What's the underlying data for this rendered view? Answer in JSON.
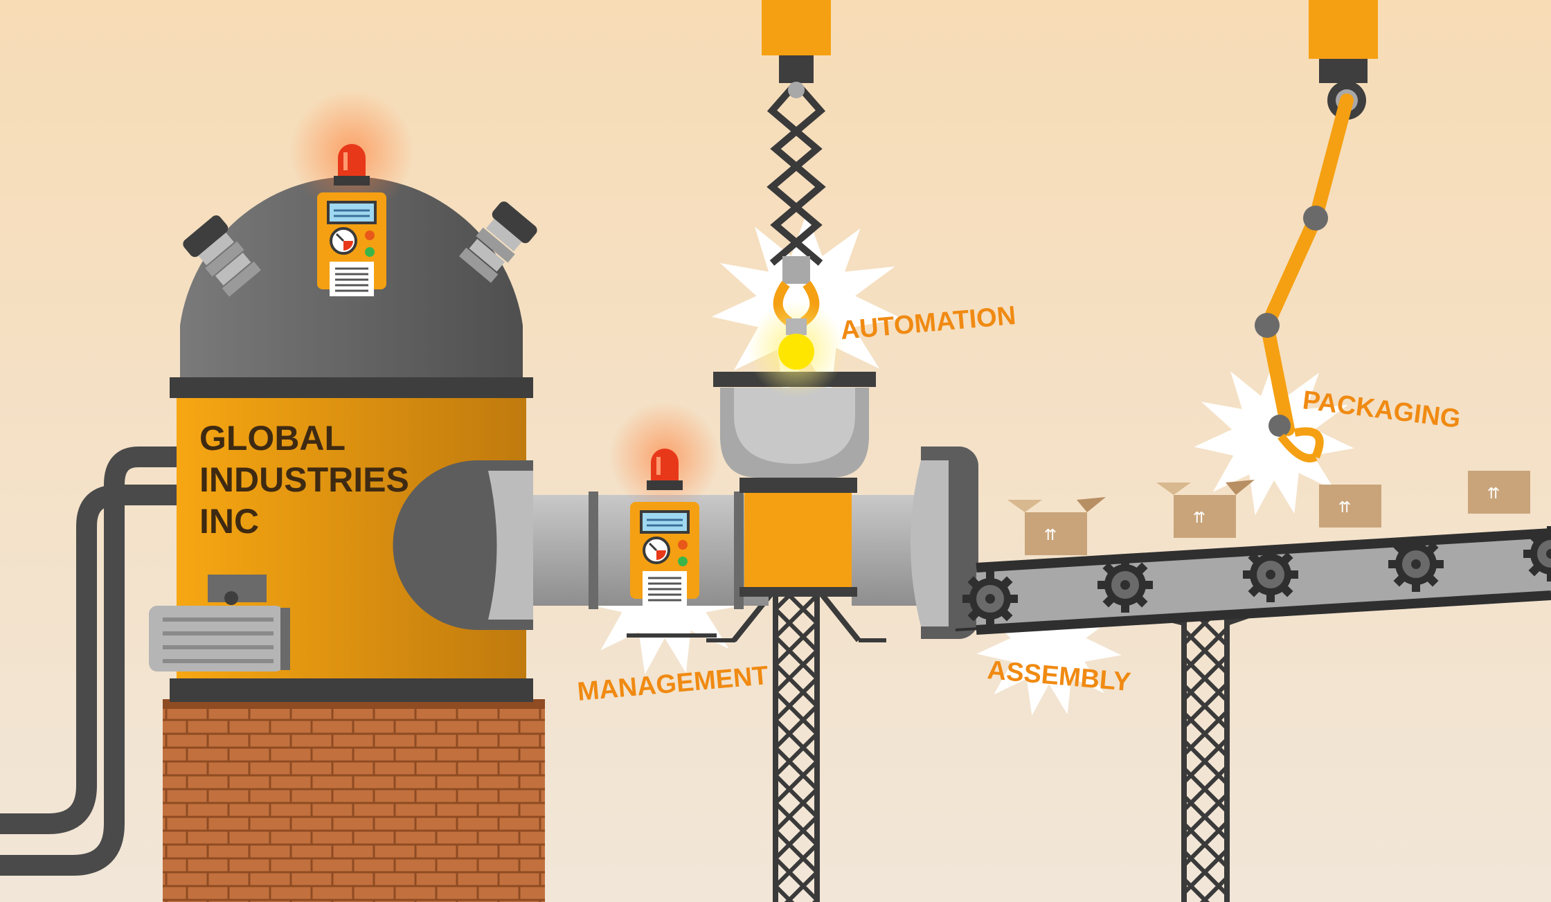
{
  "company": {
    "line1": "GLOBAL",
    "line2": "INDUSTRIES",
    "line3": "INC"
  },
  "labels": {
    "automation": "AUTOMATION",
    "packaging": "PACKAGING",
    "management": "MANAGEMENT",
    "assembly": "ASSEMBLY"
  },
  "box_mark": "⇈",
  "colors": {
    "background": "#f6e3c8",
    "accent_orange": "#f5a012",
    "steel_dark": "#5d5d5d",
    "steel_light": "#a8a8a8",
    "brick": "#c2713e",
    "alarm_red": "#e8381a",
    "label_orange": "#f08a12",
    "cardboard": "#c9a47a"
  }
}
